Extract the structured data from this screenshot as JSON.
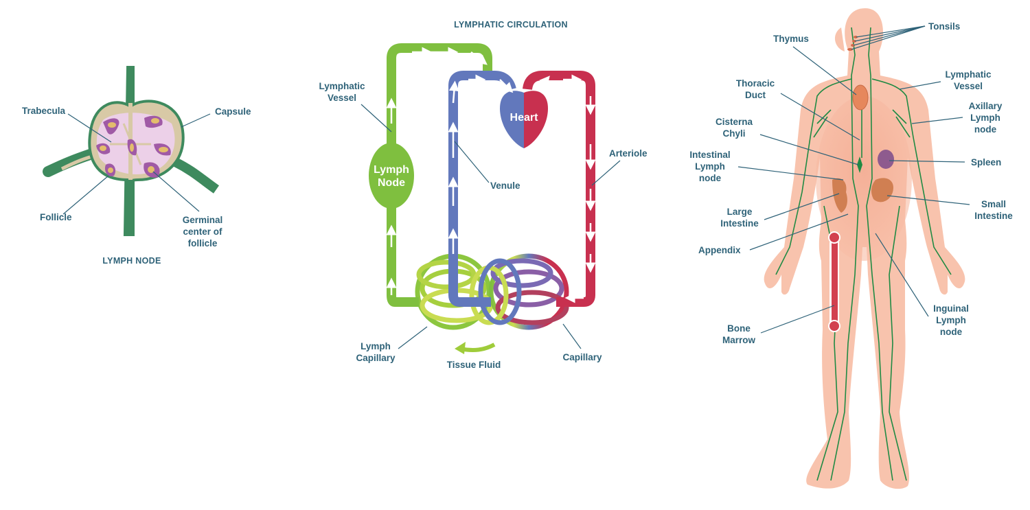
{
  "colors": {
    "label_text": "#2e6278",
    "lymph_green": "#7fbf3f",
    "vein_blue": "#6278bc",
    "artery_red": "#c8304f",
    "node_capsule": "#3e8a5e",
    "skin": "#f5b39a",
    "lymph_vessel": "#1f8a43"
  },
  "lymph_node_panel": {
    "title": "LYMPH NODE",
    "labels": {
      "trabecula": "Trabecula",
      "capsule": "Capsule",
      "follicle": "Follicle",
      "germinal_1": "Germinal",
      "germinal_2": "center of",
      "germinal_3": "follicle"
    }
  },
  "circulation_panel": {
    "title": "LYMPHATIC CIRCULATION",
    "labels": {
      "lymphatic_vessel_1": "Lymphatic",
      "lymphatic_vessel_2": "Vessel",
      "lymph_node_1": "Lymph",
      "lymph_node_2": "Node",
      "heart": "Heart",
      "venule": "Venule",
      "arteriole": "Arteriole",
      "lymph_capillary_1": "Lymph",
      "lymph_capillary_2": "Capillary",
      "tissue_fluid": "Tissue Fluid",
      "capillary": "Capillary"
    }
  },
  "body_panel": {
    "labels": {
      "tonsils": "Tonsils",
      "thymus": "Thymus",
      "lymphatic_vessel_1": "Lymphatic",
      "lymphatic_vessel_2": "Vessel",
      "thoracic_duct_1": "Thoracic",
      "thoracic_duct_2": "Duct",
      "axillary_1": "Axillary",
      "axillary_2": "Lymph",
      "axillary_3": "node",
      "cisterna_1": "Cisterna",
      "cisterna_2": "Chyli",
      "spleen": "Spleen",
      "intestinal_1": "Intestinal",
      "intestinal_2": "Lymph",
      "intestinal_3": "node",
      "large_intestine_1": "Large",
      "large_intestine_2": "Intestine",
      "small_intestine_1": "Small",
      "small_intestine_2": "Intestine",
      "appendix": "Appendix",
      "inguinal_1": "Inguinal",
      "inguinal_2": "Lymph",
      "inguinal_3": "node",
      "bone_marrow_1": "Bone",
      "bone_marrow_2": "Marrow"
    }
  }
}
